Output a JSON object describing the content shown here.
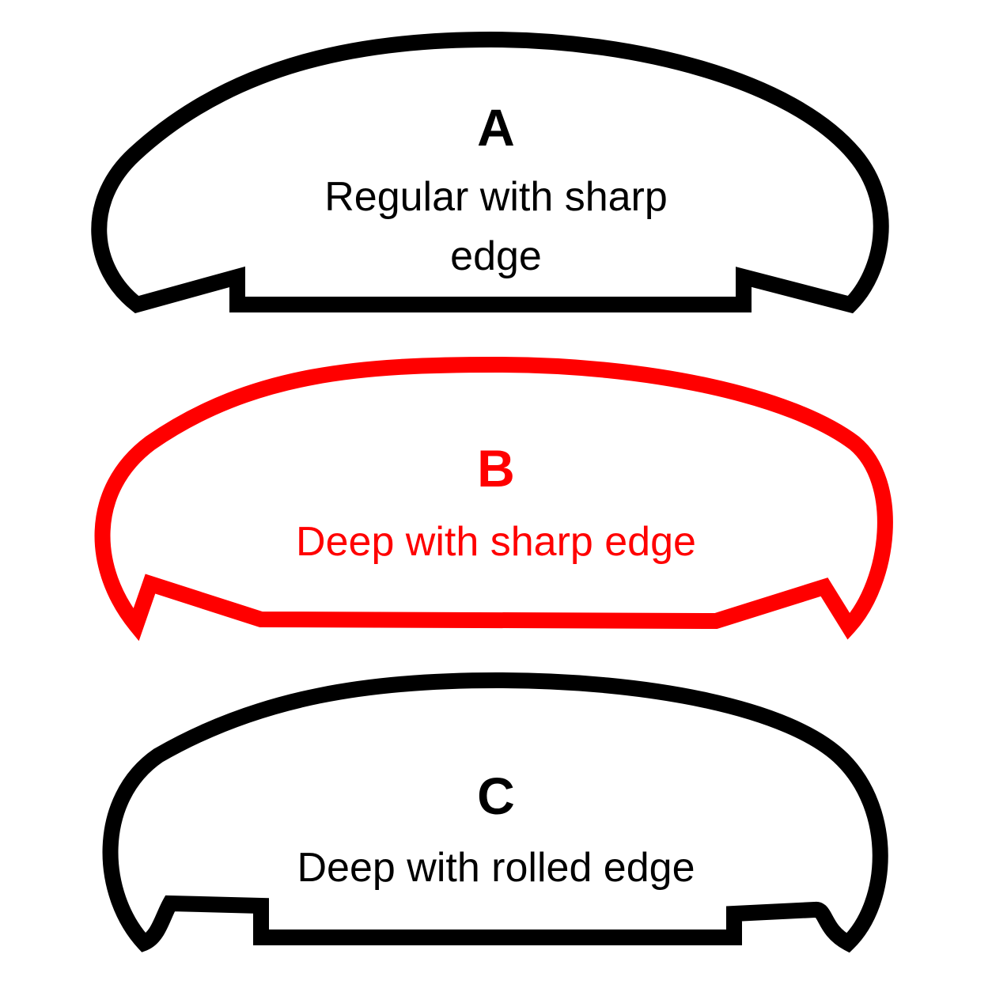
{
  "colors": {
    "normal": "#000000",
    "highlight": "#ff0000",
    "background": "#ffffff"
  },
  "profiles": [
    {
      "letter": "A",
      "description_lines": [
        "Regular with sharp",
        "edge"
      ],
      "highlighted": false
    },
    {
      "letter": "B",
      "description_lines": [
        "Deep with sharp edge"
      ],
      "highlighted": true
    },
    {
      "letter": "C",
      "description_lines": [
        "Deep with rolled edge"
      ],
      "highlighted": false
    }
  ]
}
